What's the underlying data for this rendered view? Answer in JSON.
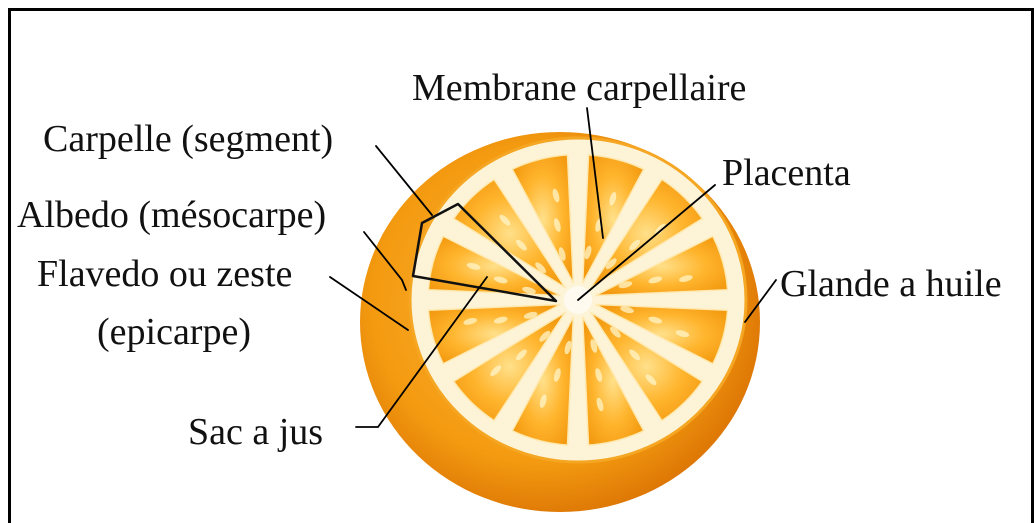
{
  "labels": {
    "membrane": "Membrane carpellaire",
    "carpelle": "Carpelle (segment)",
    "placenta": "Placenta",
    "albedo": "Albedo (mésocarpe)",
    "flavedo": "Flavedo ou zeste",
    "epicarpe": "(epicarpe)",
    "glande": "Glande a huile",
    "sac": "Sac a jus"
  },
  "colors": {
    "peel": "#f39a10",
    "peel_dark": "#e07c05",
    "albedo": "#fdf3d6",
    "pulp": "#ffb52e",
    "pulp_light": "#ffd36b",
    "leader": "#000000"
  },
  "orange": {
    "segments": 12
  }
}
